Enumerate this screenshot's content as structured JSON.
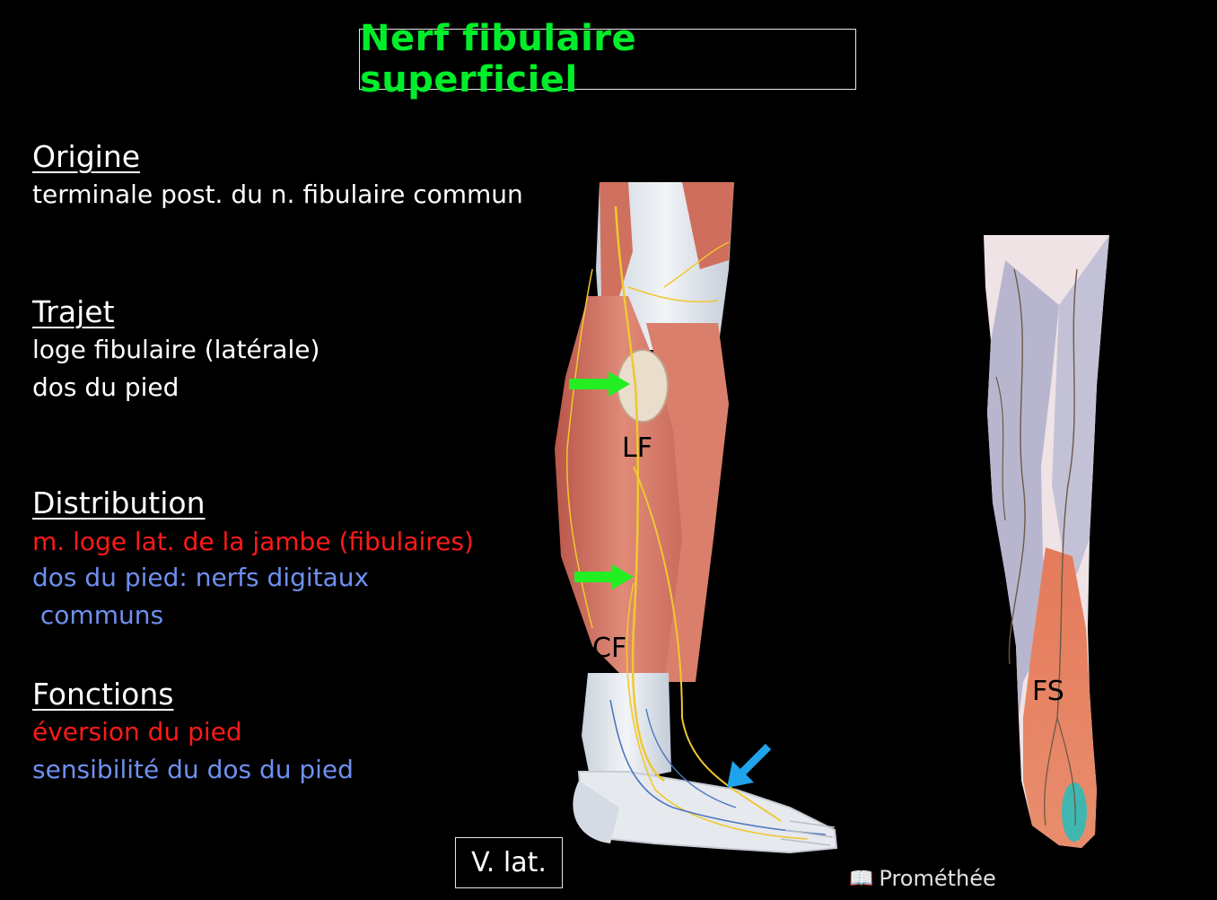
{
  "title": "Nerf fibulaire superficiel",
  "sections": {
    "origine": {
      "heading": "Origine",
      "lines": [
        "terminale post. du n. fibulaire commun"
      ]
    },
    "trajet": {
      "heading": "Trajet",
      "lines": [
        "loge fibulaire (latérale)",
        "dos du pied"
      ]
    },
    "distribution": {
      "heading": "Distribution",
      "lines": [
        "m. loge lat. de la jambe (fibulaires)",
        "dos du pied: nerfs digitaux",
        " communs"
      ]
    },
    "fonctions": {
      "heading": "Fonctions",
      "lines": [
        "éversion du pied",
        "sensibilité du dos du pied"
      ]
    }
  },
  "figure_labels": {
    "lf": "LF",
    "cf": "CF",
    "fs": "FS"
  },
  "view_label": "V. lat.",
  "credit": "Prométhée",
  "colors": {
    "title": "#00ee2a",
    "red_text": "#ff1a1a",
    "blue_text": "#6f90f0",
    "green_arrow": "#22ee22",
    "blue_arrow": "#1fa3ea"
  }
}
